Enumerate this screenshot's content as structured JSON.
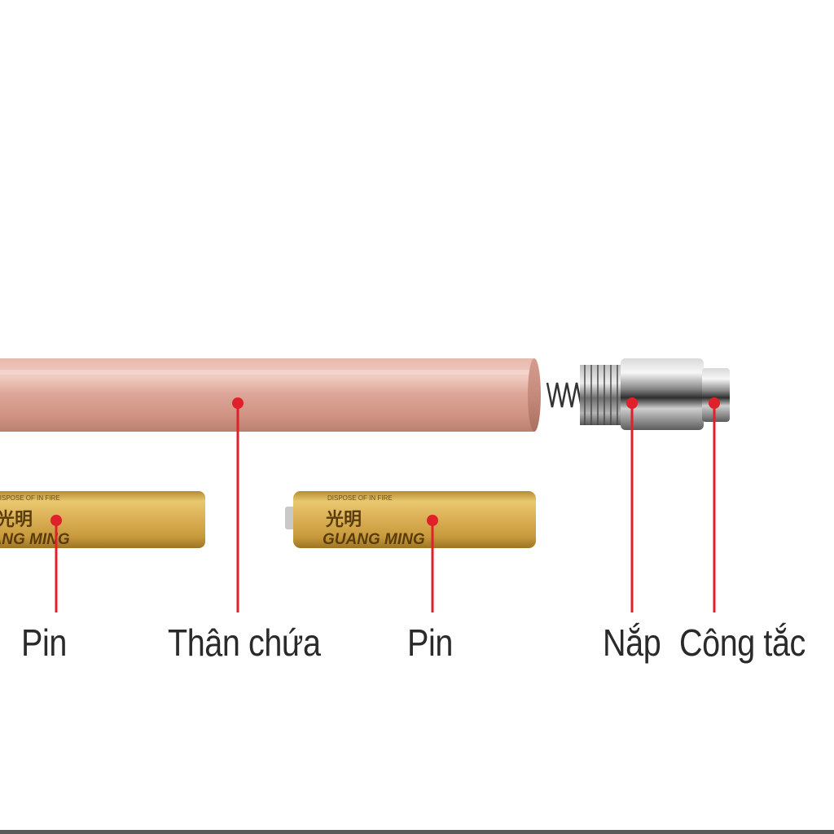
{
  "labels": {
    "pin_left": "Pin",
    "than_chua": "Thân chứa",
    "pin_right": "Pin",
    "nap": "Nắp",
    "cong_tac": "Công tắc"
  },
  "battery": {
    "brand_cn": "光明",
    "brand_en": "GUANG MING",
    "top_text": "DISPOSE OF IN FIRE"
  },
  "colors": {
    "marker": "#e0202a",
    "tube": "#dca597",
    "battery_gold": "#d9b054",
    "text": "#2a2a2a"
  }
}
